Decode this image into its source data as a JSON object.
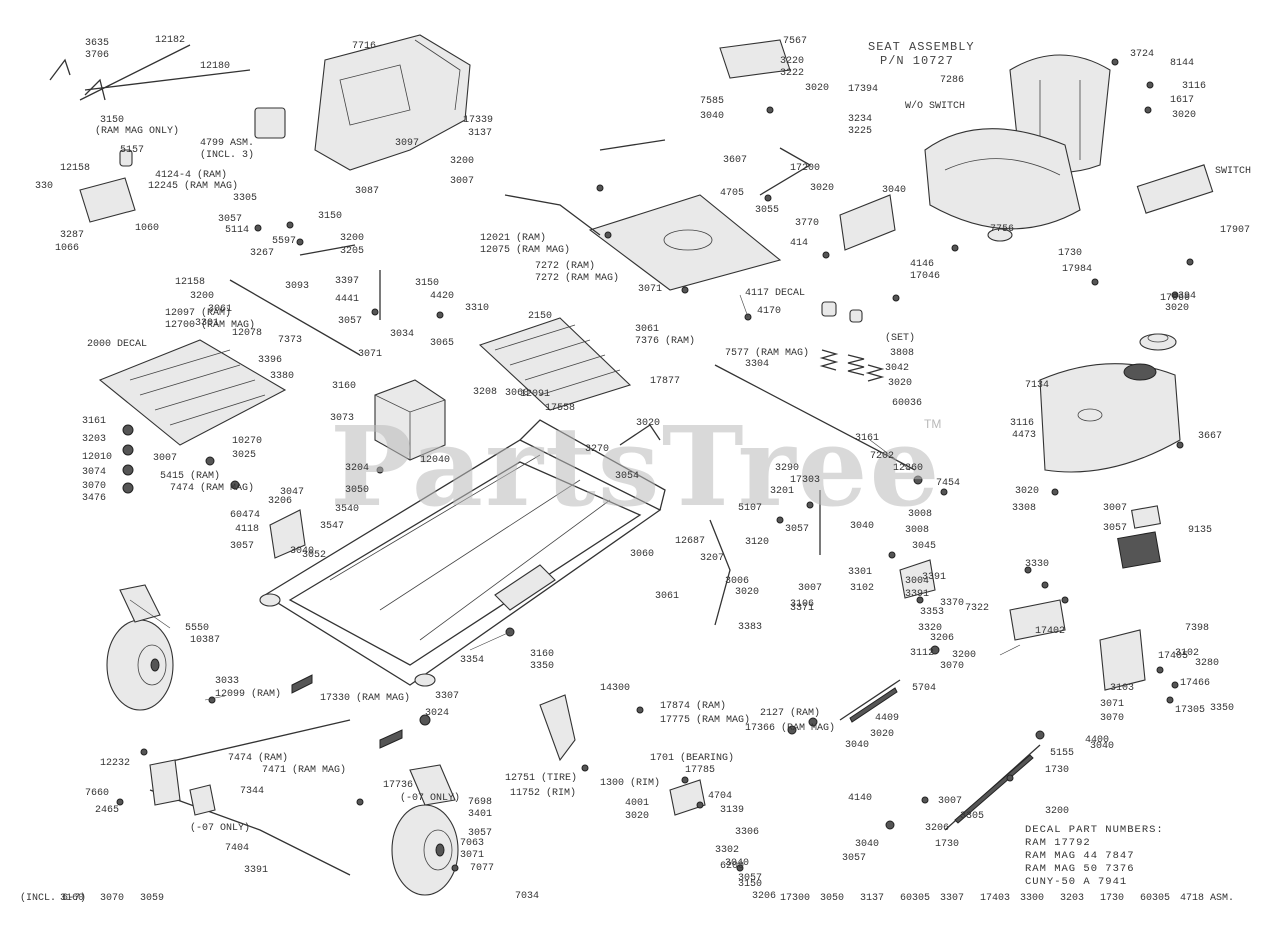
{
  "watermark": {
    "text": "PartsTree",
    "mark": "TM"
  },
  "assembly_title": {
    "line1": "SEAT ASSEMBLY",
    "line2": "P/N 10727"
  },
  "decal_table": {
    "header": "DECAL PART NUMBERS:",
    "rows": [
      "RAM 17792",
      "RAM MAG 44 7847",
      "RAM MAG 50 7376",
      "CUNY-50 A 7941"
    ]
  },
  "labels": [
    {
      "text": "3635"
    },
    {
      "text": "3706"
    },
    {
      "text": "12182"
    },
    {
      "text": "12180"
    },
    {
      "text": "7716"
    },
    {
      "text": "7567"
    },
    {
      "text": "3220"
    },
    {
      "text": "3222"
    },
    {
      "text": "3020"
    },
    {
      "text": "17394"
    },
    {
      "text": "3234"
    },
    {
      "text": "3225"
    },
    {
      "text": "7286"
    },
    {
      "text": "7585"
    },
    {
      "text": "3040"
    },
    {
      "text": "W/O SWITCH"
    },
    {
      "text": "3150"
    },
    {
      "text": "(RAM MAG ONLY)"
    },
    {
      "text": "4799 ASM."
    },
    {
      "text": "(INCL. 3)"
    },
    {
      "text": "17339"
    },
    {
      "text": "3137"
    },
    {
      "text": "3200"
    },
    {
      "text": "3007"
    },
    {
      "text": "3097"
    },
    {
      "text": "3087"
    },
    {
      "text": "5157"
    },
    {
      "text": "330"
    },
    {
      "text": "12158"
    },
    {
      "text": "4124-4 (RAM)"
    },
    {
      "text": "12245 (RAM MAG)"
    },
    {
      "text": "3287"
    },
    {
      "text": "1066"
    },
    {
      "text": "1060"
    },
    {
      "text": "3305"
    },
    {
      "text": "3057"
    },
    {
      "text": "5114"
    },
    {
      "text": "3150"
    },
    {
      "text": "5597"
    },
    {
      "text": "3200"
    },
    {
      "text": "3267"
    },
    {
      "text": "3205"
    },
    {
      "text": "12158"
    },
    {
      "text": "3200"
    },
    {
      "text": "3061"
    },
    {
      "text": "3093"
    },
    {
      "text": "3397"
    },
    {
      "text": "4441"
    },
    {
      "text": "3310"
    },
    {
      "text": "4420"
    },
    {
      "text": "3150"
    },
    {
      "text": "3057"
    },
    {
      "text": "3034"
    },
    {
      "text": "3065"
    },
    {
      "text": "3301"
    },
    {
      "text": "12097 (RAM)"
    },
    {
      "text": "12700 (RAM MAG)"
    },
    {
      "text": "12078"
    },
    {
      "text": "7373"
    },
    {
      "text": "2000 DECAL"
    },
    {
      "text": "3396"
    },
    {
      "text": "3380"
    },
    {
      "text": "2150"
    },
    {
      "text": "17877"
    },
    {
      "text": "3208"
    },
    {
      "text": "3060"
    },
    {
      "text": "12021 (RAM)"
    },
    {
      "text": "12075 (RAM MAG)"
    },
    {
      "text": "7272 (RAM)"
    },
    {
      "text": "7272 (RAM MAG)"
    },
    {
      "text": "3071"
    },
    {
      "text": "4117 DECAL"
    },
    {
      "text": "4170"
    },
    {
      "text": "3061"
    },
    {
      "text": "7376 (RAM)"
    },
    {
      "text": "7577 (RAM MAG)"
    },
    {
      "text": "3304"
    },
    {
      "text": "3607"
    },
    {
      "text": "17200"
    },
    {
      "text": "3020"
    },
    {
      "text": "4705"
    },
    {
      "text": "3055"
    },
    {
      "text": "3770"
    },
    {
      "text": "414"
    },
    {
      "text": "3040"
    },
    {
      "text": "4146"
    },
    {
      "text": "17046"
    },
    {
      "text": "(SET)"
    },
    {
      "text": "3808"
    },
    {
      "text": "3042"
    },
    {
      "text": "3020"
    },
    {
      "text": "60036"
    },
    {
      "text": "3394"
    },
    {
      "text": "7134"
    },
    {
      "text": "7756"
    },
    {
      "text": "SWITCH"
    },
    {
      "text": "17907"
    },
    {
      "text": "1730"
    },
    {
      "text": "17984"
    },
    {
      "text": "17060"
    },
    {
      "text": "3020"
    },
    {
      "text": "3724"
    },
    {
      "text": "8144"
    },
    {
      "text": "3116"
    },
    {
      "text": "1617"
    },
    {
      "text": "3020"
    },
    {
      "text": "3116"
    },
    {
      "text": "4473"
    },
    {
      "text": "3667"
    },
    {
      "text": "3020"
    },
    {
      "text": "3308"
    },
    {
      "text": "3007"
    },
    {
      "text": "3057"
    },
    {
      "text": "9135"
    },
    {
      "text": "3161"
    },
    {
      "text": "3203"
    },
    {
      "text": "12010"
    },
    {
      "text": "3074"
    },
    {
      "text": "3070"
    },
    {
      "text": "3476"
    },
    {
      "text": "3007"
    },
    {
      "text": "10270"
    },
    {
      "text": "3025"
    },
    {
      "text": "5415 (RAM)"
    },
    {
      "text": "7474 (RAM MAG)"
    },
    {
      "text": "3071"
    },
    {
      "text": "12091"
    },
    {
      "text": "17558"
    },
    {
      "text": "3160"
    },
    {
      "text": "3073"
    },
    {
      "text": "3204"
    },
    {
      "text": "3050"
    },
    {
      "text": "12040"
    },
    {
      "text": "3047"
    },
    {
      "text": "3206"
    },
    {
      "text": "60474"
    },
    {
      "text": "4118"
    },
    {
      "text": "3057"
    },
    {
      "text": "3040"
    },
    {
      "text": "3020"
    },
    {
      "text": "3270"
    },
    {
      "text": "3054"
    },
    {
      "text": "3161"
    },
    {
      "text": "7202"
    },
    {
      "text": "12360"
    },
    {
      "text": "7454"
    },
    {
      "text": "3008"
    },
    {
      "text": "3540"
    },
    {
      "text": "3547"
    },
    {
      "text": "3052"
    },
    {
      "text": "3290"
    },
    {
      "text": "17303"
    },
    {
      "text": "3201"
    },
    {
      "text": "5107"
    },
    {
      "text": "3057"
    },
    {
      "text": "3040"
    },
    {
      "text": "3008"
    },
    {
      "text": "3045"
    },
    {
      "text": "3004"
    },
    {
      "text": "3391"
    },
    {
      "text": "3301"
    },
    {
      "text": "3102"
    },
    {
      "text": "3370"
    },
    {
      "text": "3120"
    },
    {
      "text": "3020"
    },
    {
      "text": "3006"
    },
    {
      "text": "3007"
    },
    {
      "text": "3106"
    },
    {
      "text": "3383"
    },
    {
      "text": "3061"
    },
    {
      "text": "3371"
    },
    {
      "text": "3391"
    },
    {
      "text": "3353"
    },
    {
      "text": "3320"
    },
    {
      "text": "12687"
    },
    {
      "text": "3207"
    },
    {
      "text": "3060"
    },
    {
      "text": "3160"
    },
    {
      "text": "3350"
    },
    {
      "text": "3354"
    },
    {
      "text": "5550"
    },
    {
      "text": "10387"
    },
    {
      "text": "3307"
    },
    {
      "text": "3024"
    },
    {
      "text": "3033"
    },
    {
      "text": "12099 (RAM)"
    },
    {
      "text": "17330 (RAM MAG)"
    },
    {
      "text": "12232"
    },
    {
      "text": "7474 (RAM)"
    },
    {
      "text": "7471 (RAM MAG)"
    },
    {
      "text": "7344"
    },
    {
      "text": "7660"
    },
    {
      "text": "2465"
    },
    {
      "text": "(-07 ONLY)"
    },
    {
      "text": "7404"
    },
    {
      "text": "3391"
    },
    {
      "text": "17736"
    },
    {
      "text": "(-07 ONLY)"
    },
    {
      "text": "7698"
    },
    {
      "text": "3401"
    },
    {
      "text": "3057"
    },
    {
      "text": "7063"
    },
    {
      "text": "3071"
    },
    {
      "text": "7077"
    },
    {
      "text": "7034"
    },
    {
      "text": "14300"
    },
    {
      "text": "17874 (RAM)"
    },
    {
      "text": "17775 (RAM MAG)"
    },
    {
      "text": "12751 (TIRE)"
    },
    {
      "text": "11752 (RIM)"
    },
    {
      "text": "1300 (RIM)"
    },
    {
      "text": "1701 (BEARING)"
    },
    {
      "text": "17785"
    },
    {
      "text": "4001"
    },
    {
      "text": "3020"
    },
    {
      "text": "4704"
    },
    {
      "text": "3139"
    },
    {
      "text": "3306"
    },
    {
      "text": "3302"
    },
    {
      "text": "6200"
    },
    {
      "text": "3150"
    },
    {
      "text": "2127 (RAM)"
    },
    {
      "text": "17366 (RAM MAG)"
    },
    {
      "text": "3040"
    },
    {
      "text": "3020"
    },
    {
      "text": "4409"
    },
    {
      "text": "3112"
    },
    {
      "text": "5704"
    },
    {
      "text": "3070"
    },
    {
      "text": "3206"
    },
    {
      "text": "3200"
    },
    {
      "text": "7322"
    },
    {
      "text": "3330"
    },
    {
      "text": "17402"
    },
    {
      "text": "17405"
    },
    {
      "text": "7398"
    },
    {
      "text": "3102"
    },
    {
      "text": "3280"
    },
    {
      "text": "17466"
    },
    {
      "text": "3103"
    },
    {
      "text": "3071"
    },
    {
      "text": "3070"
    },
    {
      "text": "3350"
    },
    {
      "text": "17305"
    },
    {
      "text": "4400"
    },
    {
      "text": "5155"
    },
    {
      "text": "1730"
    },
    {
      "text": "3040"
    },
    {
      "text": "4140"
    },
    {
      "text": "3007"
    },
    {
      "text": "3305"
    },
    {
      "text": "3040"
    },
    {
      "text": "3057"
    },
    {
      "text": "3206"
    },
    {
      "text": "1730"
    },
    {
      "text": "3200"
    },
    {
      "text": "3040"
    },
    {
      "text": "3057"
    },
    {
      "text": "3206"
    },
    {
      "text": "17300"
    },
    {
      "text": "3050"
    },
    {
      "text": "3137"
    },
    {
      "text": "60305"
    },
    {
      "text": "3307"
    },
    {
      "text": "17403"
    },
    {
      "text": "3300"
    },
    {
      "text": "3203"
    },
    {
      "text": "1730"
    },
    {
      "text": "60305"
    },
    {
      "text": "4718 ASM."
    },
    {
      "text": "(INCL. 6-7)"
    },
    {
      "text": "3160"
    },
    {
      "text": "3070"
    },
    {
      "text": "3059"
    }
  ]
}
